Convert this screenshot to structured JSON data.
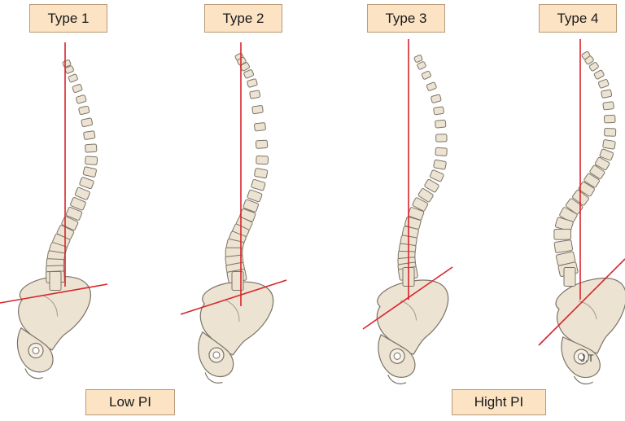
{
  "types": [
    {
      "label": "Type 1"
    },
    {
      "label": "Type 2"
    },
    {
      "label": "Type 3"
    },
    {
      "label": "Type 4"
    }
  ],
  "groups": {
    "low": "Low PI",
    "high": "Hight PI"
  },
  "signature": "J.T",
  "colors": {
    "plumb_line": "#d8232a",
    "bone_fill": "#ece3d2",
    "bone_stroke": "#7b7366",
    "label_fill": "#fbe3c4"
  }
}
